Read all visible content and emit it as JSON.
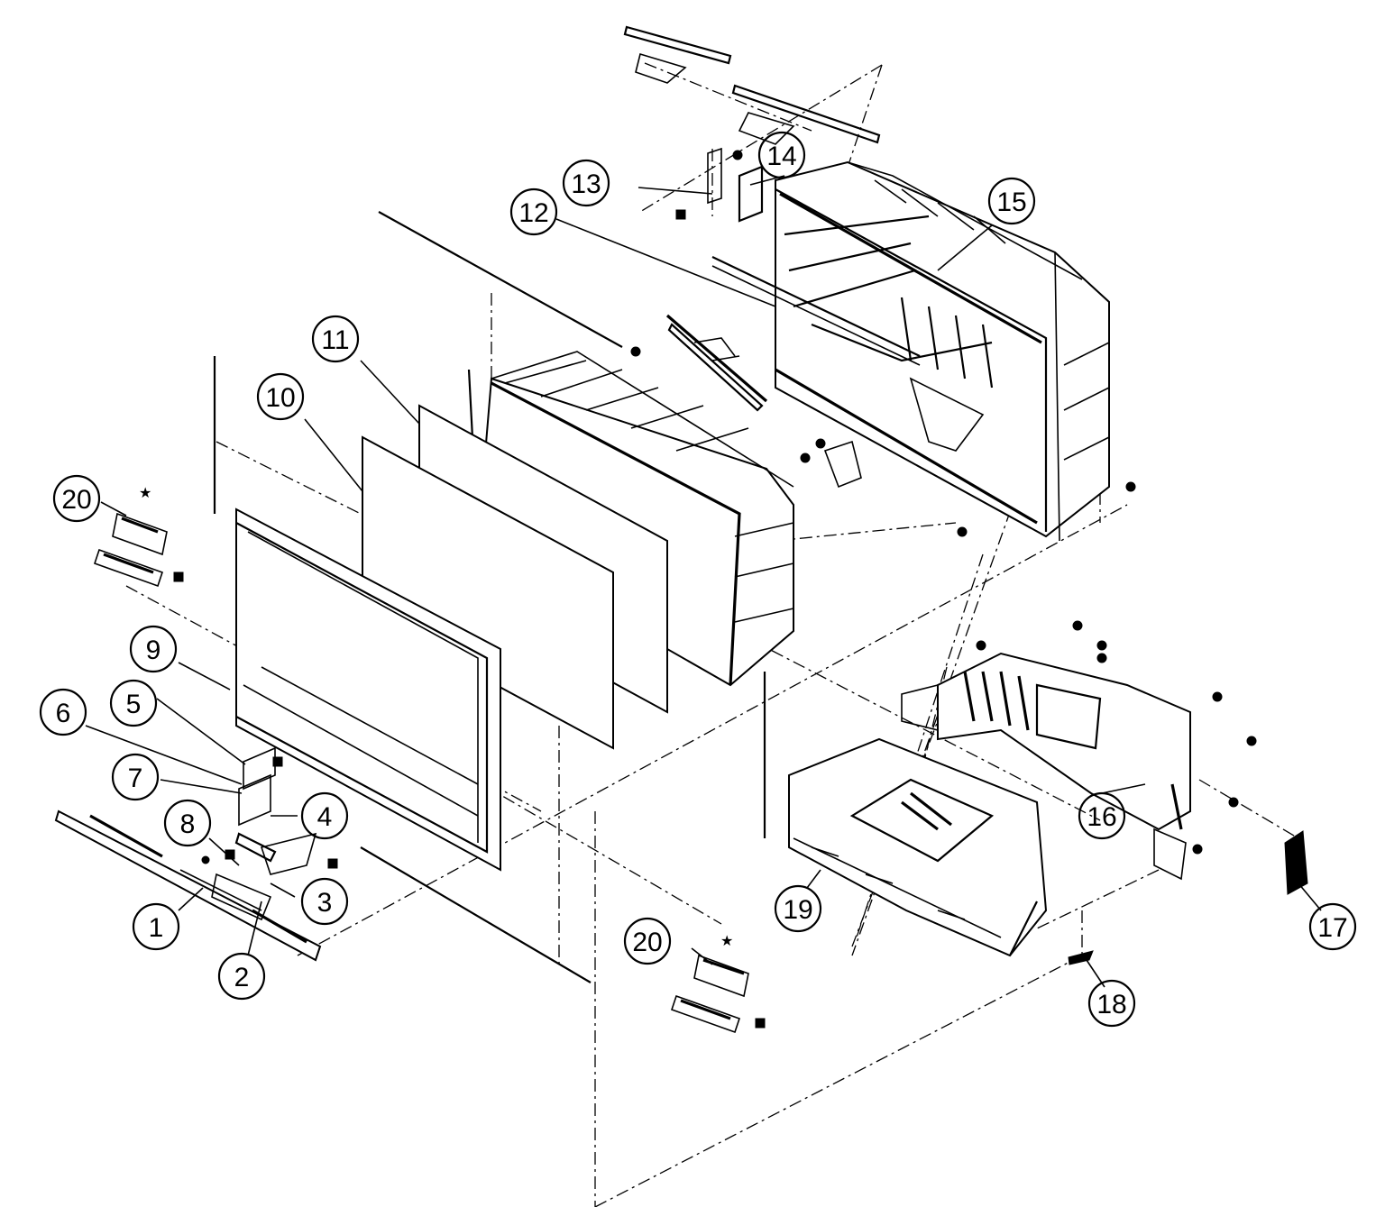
{
  "diagram": {
    "callouts": [
      {
        "id": "c1",
        "label": "1"
      },
      {
        "id": "c2",
        "label": "2"
      },
      {
        "id": "c3",
        "label": "3"
      },
      {
        "id": "c4",
        "label": "4"
      },
      {
        "id": "c5",
        "label": "5"
      },
      {
        "id": "c6",
        "label": "6"
      },
      {
        "id": "c7",
        "label": "7"
      },
      {
        "id": "c8",
        "label": "8"
      },
      {
        "id": "c9",
        "label": "9"
      },
      {
        "id": "c10",
        "label": "10"
      },
      {
        "id": "c11",
        "label": "11"
      },
      {
        "id": "c12",
        "label": "12"
      },
      {
        "id": "c13",
        "label": "13"
      },
      {
        "id": "c14",
        "label": "14"
      },
      {
        "id": "c15",
        "label": "15"
      },
      {
        "id": "c16",
        "label": "16"
      },
      {
        "id": "c17",
        "label": "17"
      },
      {
        "id": "c18",
        "label": "18"
      },
      {
        "id": "c19",
        "label": "19"
      },
      {
        "id": "c20a",
        "label": "20"
      },
      {
        "id": "c20b",
        "label": "20"
      }
    ]
  }
}
